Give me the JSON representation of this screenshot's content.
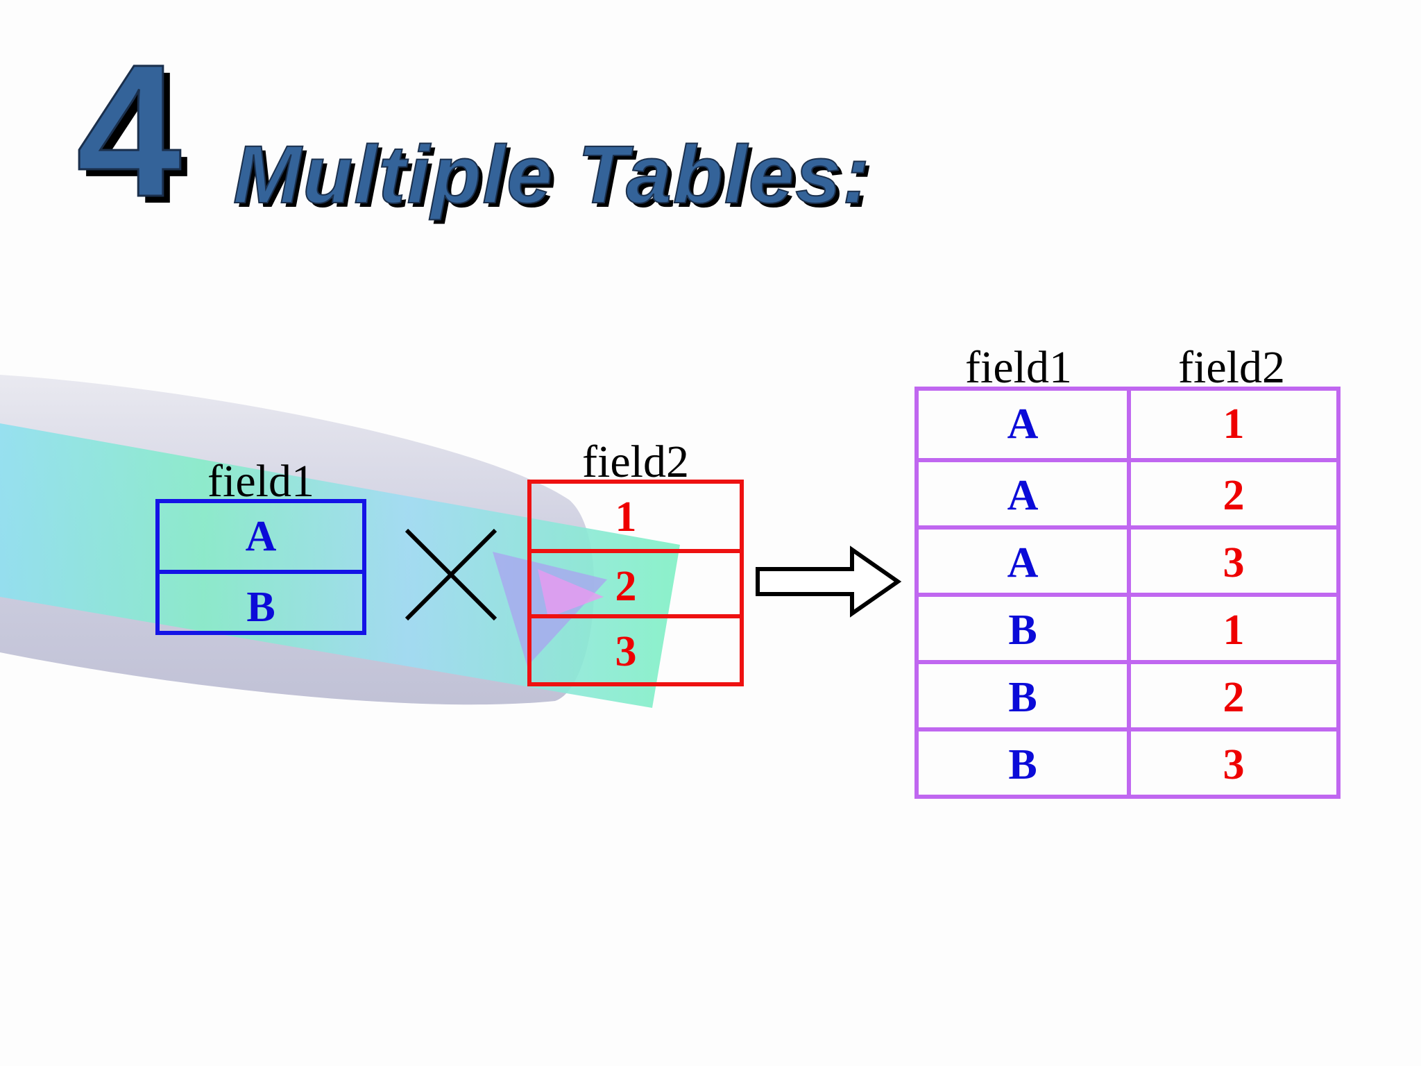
{
  "title": {
    "number": "4",
    "text": "Multiple Tables:"
  },
  "table1": {
    "header": "field1",
    "values": [
      "A",
      "B"
    ]
  },
  "table2": {
    "header": "field2",
    "values": [
      "1",
      "2",
      "3"
    ]
  },
  "operator_icon": "cross-product-x-icon",
  "arrow_icon": "right-arrow-icon",
  "result": {
    "headers": [
      "field1",
      "field2"
    ],
    "rows": [
      [
        "A",
        "1"
      ],
      [
        "A",
        "2"
      ],
      [
        "A",
        "3"
      ],
      [
        "B",
        "1"
      ],
      [
        "B",
        "2"
      ],
      [
        "B",
        "3"
      ]
    ]
  },
  "colors": {
    "title": "#346399",
    "table1": "#1414e6",
    "table2": "#ee1111",
    "result": "#c067f0",
    "letters": "#0b0bd8",
    "numbers": "#ee0000"
  }
}
